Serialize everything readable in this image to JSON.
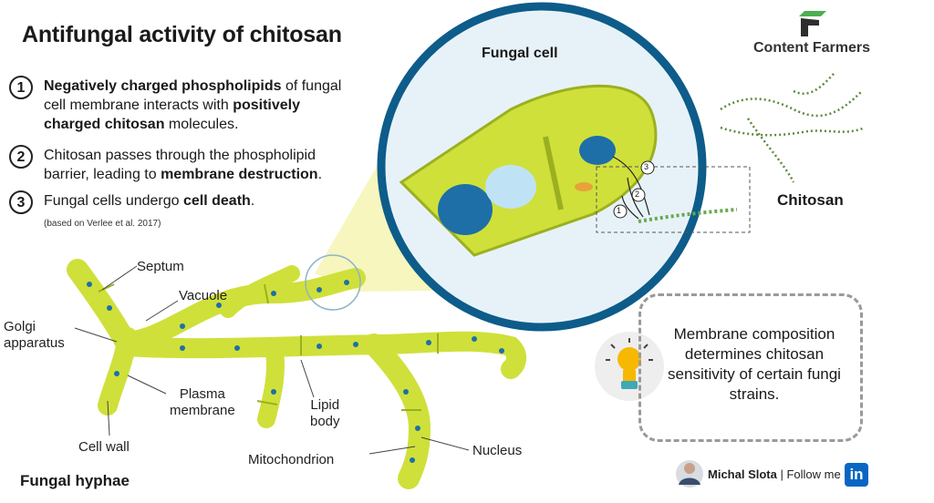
{
  "title": "Antifungal activity of chitosan",
  "steps": [
    {
      "num": "1",
      "p1": "Negatively charged phospholipids",
      "p2": " of fungal cell membrane interacts with ",
      "p3": "positively charged chitosan",
      "p4": " molecules."
    },
    {
      "num": "2",
      "p1": "Chitosan passes through the phospholipid barrier, leading to ",
      "p2": "membrane destruction",
      "p3": "."
    },
    {
      "num": "3",
      "p1": "Fungal cells undergo ",
      "p2": "cell death",
      "p3": "."
    }
  ],
  "source": "(based on Verlee et al. 2017)",
  "zoom_title": "Fungal cell",
  "zoom_markers": [
    "1",
    "2",
    "3"
  ],
  "chitosan_label": "Chitosan",
  "brand": "Content Farmers",
  "hyphae_labels": {
    "septum": "Septum",
    "vacuole": "Vacuole",
    "golgi": "Golgi\napparatus",
    "plasma": "Plasma\nmembrane",
    "lipid": "Lipid\nbody",
    "cellwall": "Cell wall",
    "mito": "Mitochondrion",
    "nucleus": "Nucleus"
  },
  "hyphae_caption": "Fungal hyphae",
  "callout": "Membrane composition determines chitosan sensitivity of certain fungi strains.",
  "footer": {
    "name": "Michal Slota",
    "follow": "| Follow me on",
    "linkedin": "in"
  },
  "colors": {
    "hypha": "#cfe03a",
    "hypha_edge": "#9bb020",
    "cell_ring": "#0d5c8a",
    "nucleus": "#1e6fa8",
    "callout_border": "#9a9a9a",
    "bulb": "#f6b800",
    "linkedin": "#0a66c2"
  }
}
